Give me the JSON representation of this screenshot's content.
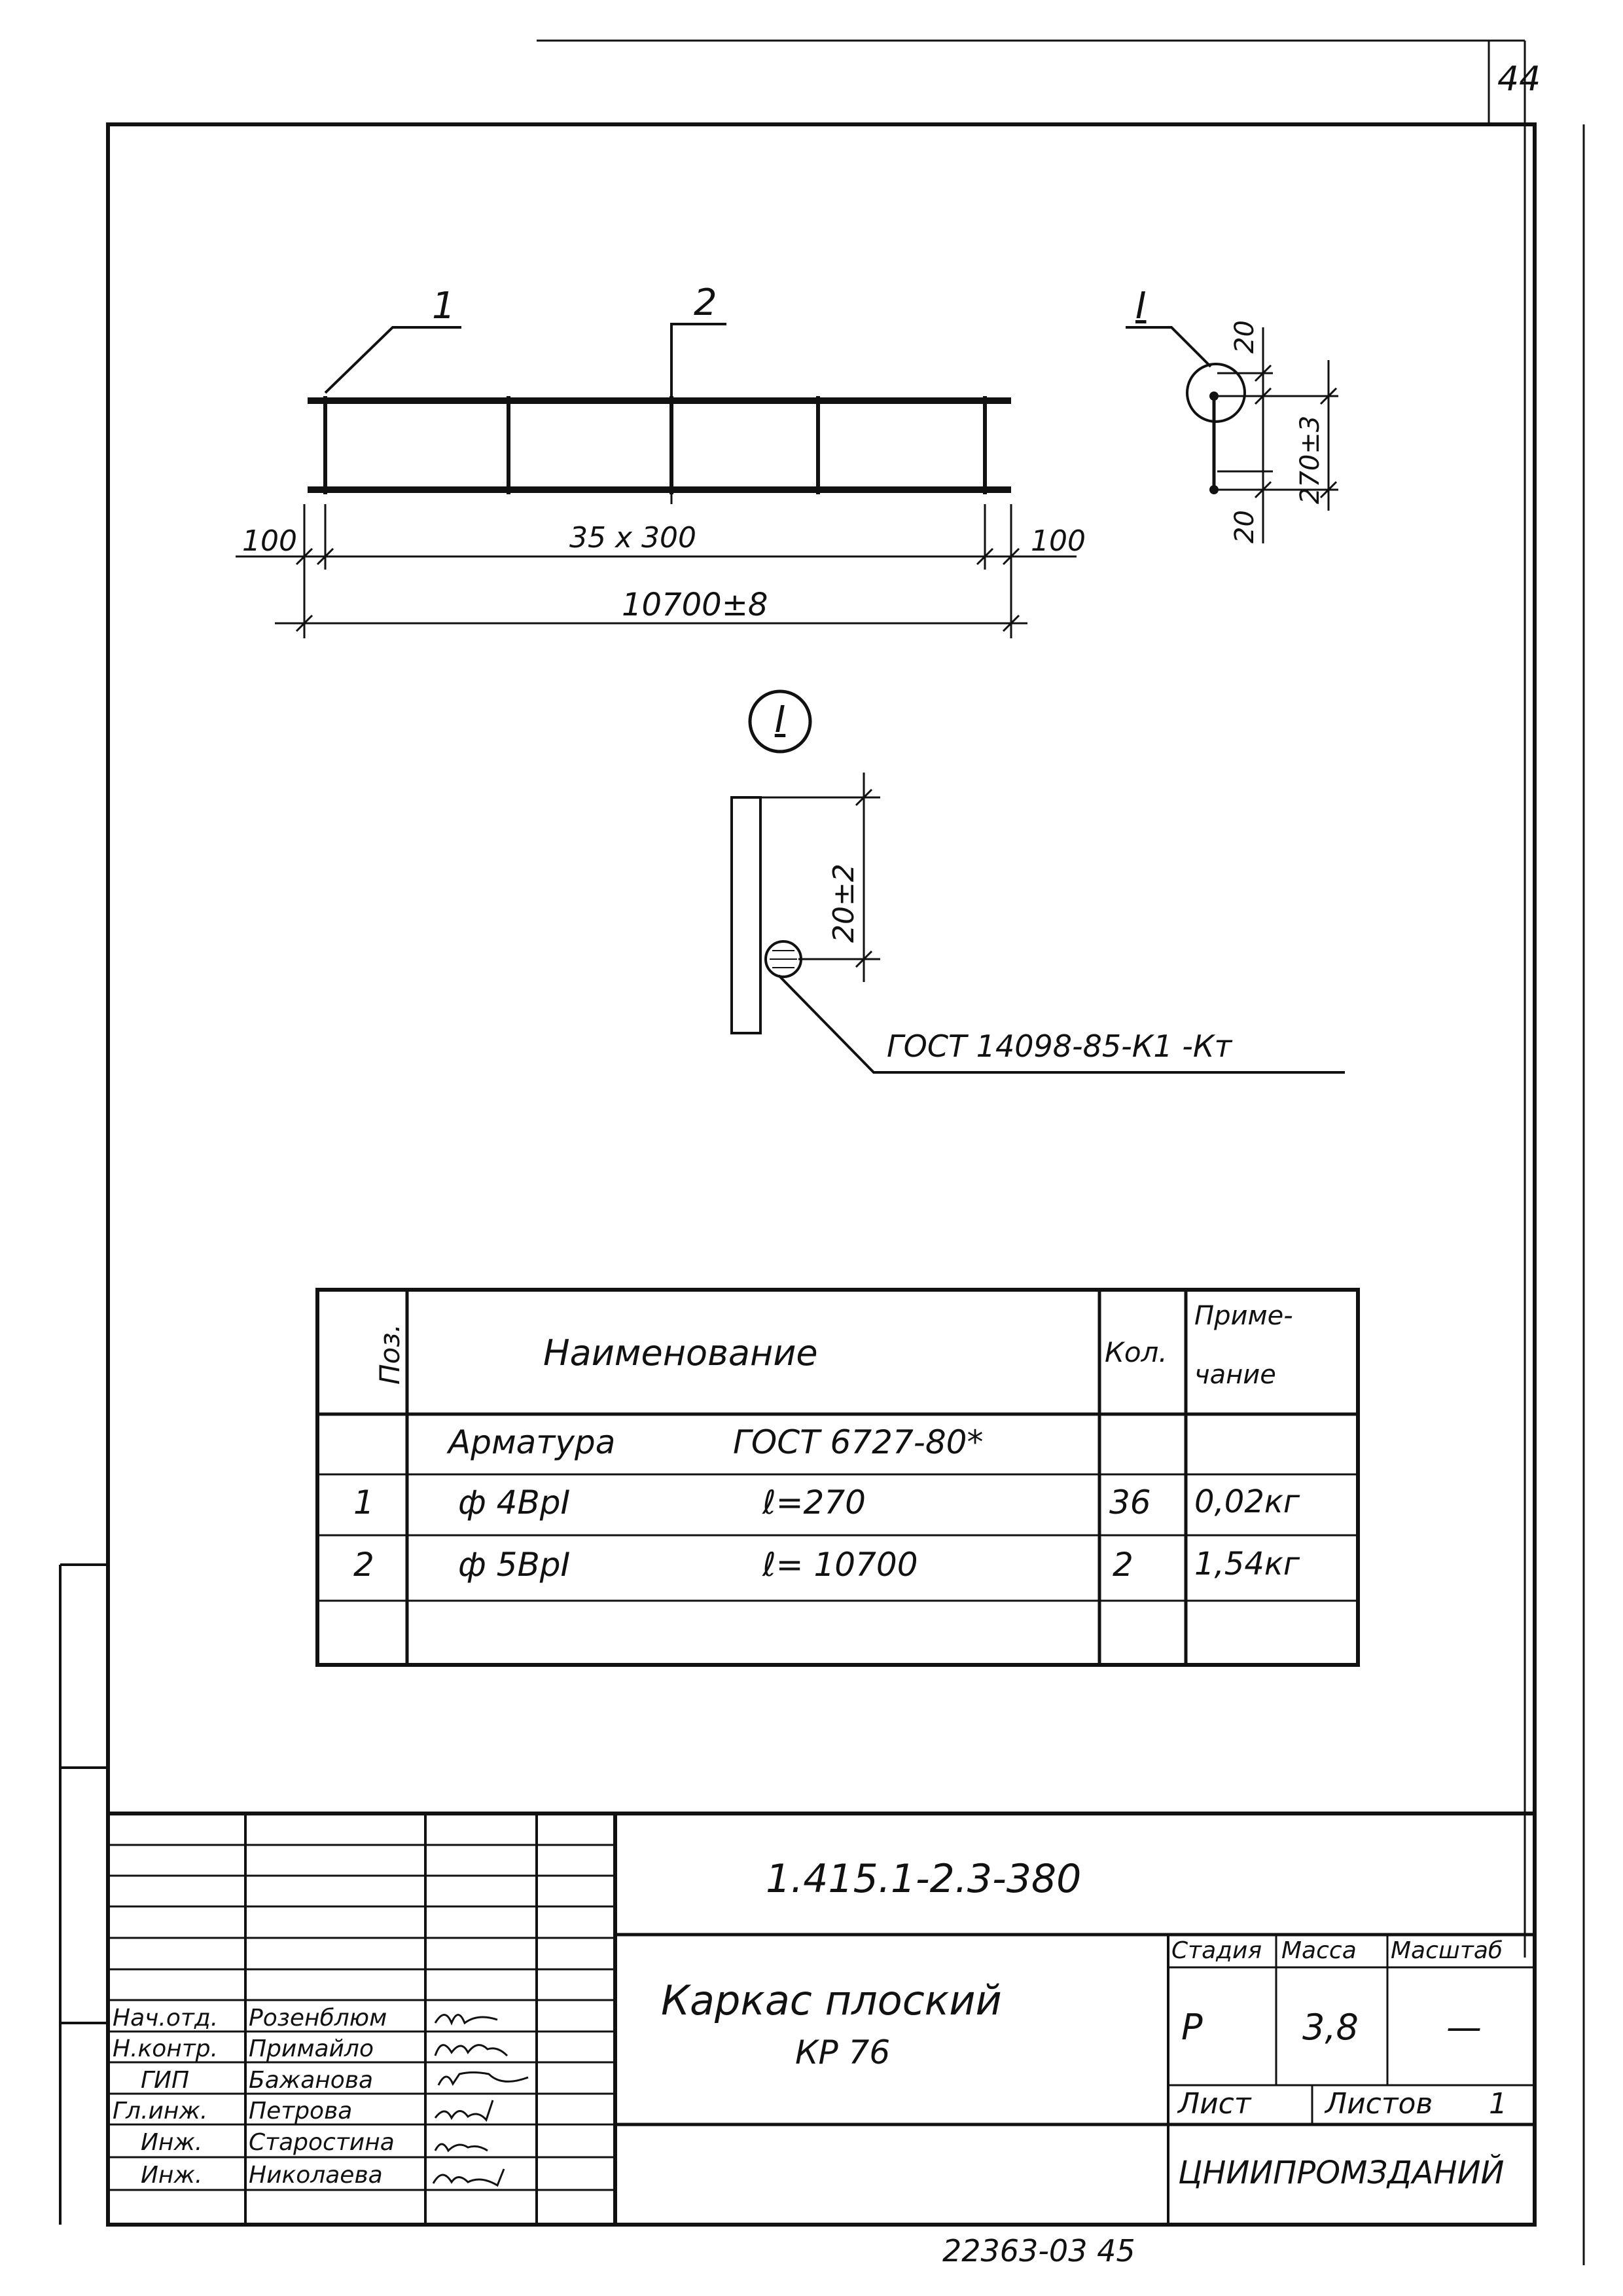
{
  "sheet_number": "44",
  "drawing": {
    "leaders": {
      "pos1": "1",
      "pos2": "2",
      "section": "I"
    },
    "dimensions": {
      "left_end": "100",
      "pitch": "35 x 300",
      "right_end": "100",
      "total_length": "10700±8",
      "section_top": "20",
      "section_height": "270±3",
      "section_bottom": "20",
      "detail_offset": "20±2"
    },
    "detail_label": "I",
    "weld_standard": "ГОСТ 14098-85-К1 -Кт"
  },
  "spec_table": {
    "headers": {
      "pos": "Поз.",
      "name": "Наименование",
      "qty": "Кол.",
      "note_line1": "Приме-",
      "note_line2": "чание"
    },
    "group_row": {
      "name": "Арматура",
      "standard": "ГОСТ 6727-80*"
    },
    "rows": [
      {
        "pos": "1",
        "name": "ф 4ВрI",
        "length": "ℓ=270",
        "qty": "36",
        "note": "0,02кг"
      },
      {
        "pos": "2",
        "name": "ф 5ВрI",
        "length": "ℓ= 10700",
        "qty": "2",
        "note": "1,54кг"
      }
    ]
  },
  "title_block": {
    "doc_code": "1.415.1-2.3-380",
    "title_line1": "Каркас плоский",
    "title_line2": "КР 76",
    "stage_header": "Стадия",
    "mass_header": "Масса",
    "scale_header": "Масштаб",
    "stage": "Р",
    "mass": "3,8",
    "scale": "—",
    "sheet_label": "Лист",
    "sheets_label": "Листов",
    "sheets_count": "1",
    "organization": "ЦНИИПРОМЗДАНИЙ",
    "signatures": [
      {
        "role": "Нач.отд.",
        "name": "Розенблюм"
      },
      {
        "role": "Н.контр.",
        "name": "Примайло"
      },
      {
        "role": "ГИП",
        "name": "Бажанова"
      },
      {
        "role": "Гл.инж.",
        "name": "Петрова"
      },
      {
        "role": "Инж.",
        "name": "Старостина"
      },
      {
        "role": "Инж.",
        "name": "Николаева"
      }
    ]
  },
  "footer_code": "22363-03 45"
}
